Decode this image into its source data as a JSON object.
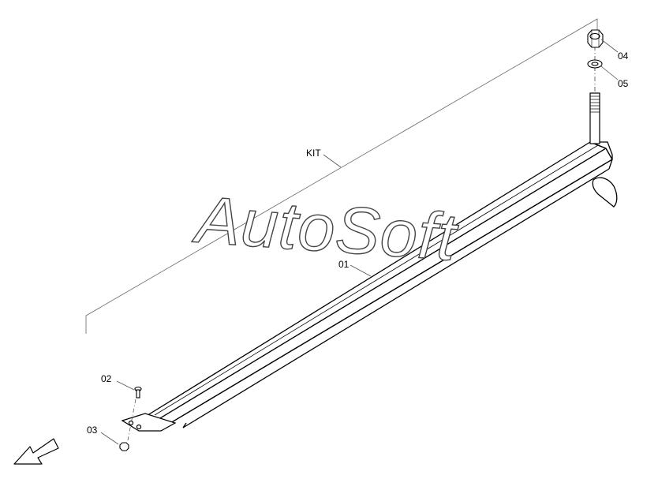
{
  "labels": {
    "kit": "KIT",
    "part_01": "01",
    "part_02": "02",
    "part_03": "03",
    "part_04": "04",
    "part_05": "05"
  },
  "watermark": "AutoSoft",
  "colors": {
    "line": "#000000",
    "leader": "#555555",
    "watermark_outline": "#444444"
  }
}
